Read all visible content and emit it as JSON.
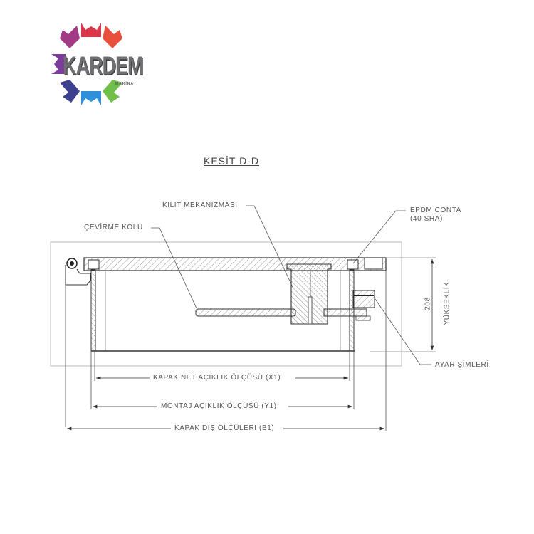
{
  "logo": {
    "brand": "KARDEM",
    "sub": "MAKİNA",
    "gear_colors": [
      "#d9344a",
      "#e8503e",
      "#8e3a8f",
      "#6e3b96",
      "#3d3f8f",
      "#2f8fd8",
      "#6fbf4a"
    ]
  },
  "drawing": {
    "title": "KESİT D-D",
    "callouts": {
      "lock": "KİLİT MEKANİZMASI",
      "handle": "ÇEVİRME KOLU",
      "gasket_line1": "EPDM CONTA",
      "gasket_line2": "(40 SHA)",
      "shims": "AYAR ŞİMLERİ"
    },
    "height_dim": {
      "value": "208",
      "label": "YÜKSEKLİK"
    },
    "dimensions": {
      "x1": "KAPAK NET AÇIKLIK ÖLÇÜSÜ  (X1)",
      "y1": "MONTAJ AÇIKLIK ÖLÇÜSÜ (Y1)",
      "b1": "KAPAK DIŞ ÖLÇÜLERİ (B1)"
    },
    "colors": {
      "line": "#333333",
      "thin": "#888888",
      "text": "#555555"
    }
  }
}
